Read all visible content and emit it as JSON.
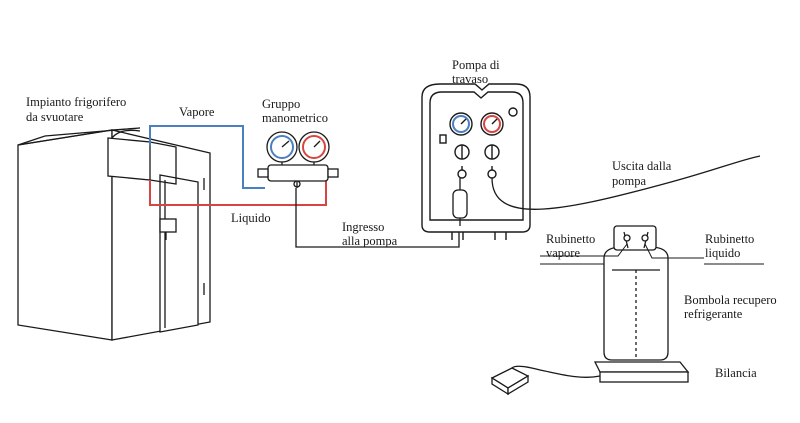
{
  "labels": {
    "impianto_l1": "Impianto frigorifero",
    "impianto_l2": "da svuotare",
    "vapore": "Vapore",
    "liquido": "Liquido",
    "gruppo_l1": "Gruppo",
    "gruppo_l2": "manometrico",
    "pompa_l1": "Pompa di",
    "pompa_l2": "travaso",
    "ingresso_l1": "Ingresso",
    "ingresso_l2": "alla pompa",
    "uscita_l1": "Uscita dalla",
    "uscita_l2": "pompa",
    "rub_vapore_l1": "Rubinetto",
    "rub_vapore_l2": "vapore",
    "rub_liquido_l1": "Rubinetto",
    "rub_liquido_l2": "liquido",
    "bombola_l1": "Bombola recupero",
    "bombola_l2": "refrigerante",
    "bilancia": "Bilancia"
  },
  "colors": {
    "vapour_line": "#4a7fc1",
    "liquid_line": "#d64541",
    "outline": "#1a1a1a"
  },
  "icons": [
    "cold-room-icon",
    "manifold-gauge-icon",
    "recovery-pump-icon",
    "filter-drier-icon",
    "refrigerant-cylinder-icon",
    "scale-icon"
  ]
}
